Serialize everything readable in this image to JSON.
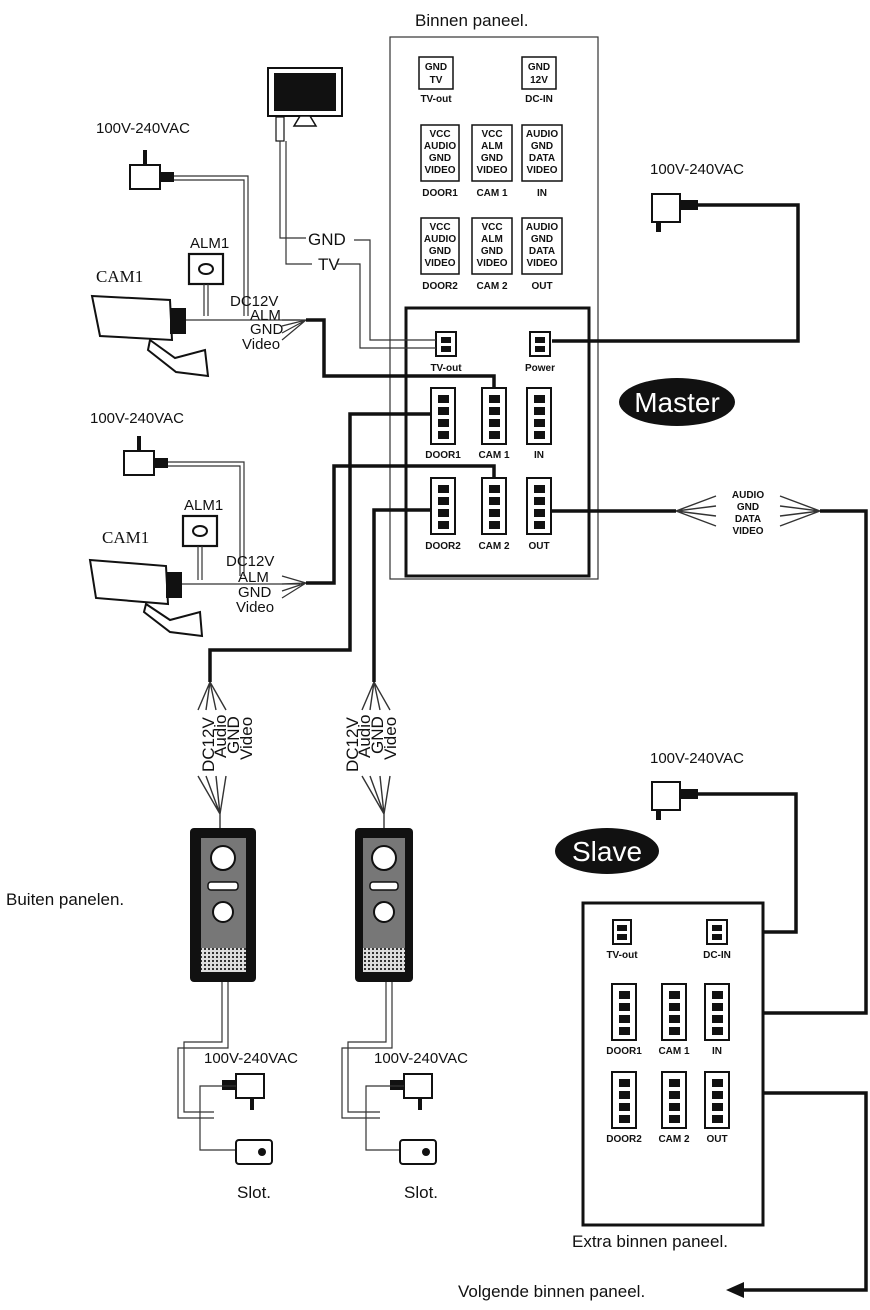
{
  "titles": {
    "inner_panel": "Binnen paneel.",
    "outer_panels": "Buiten panelen.",
    "extra_panel": "Extra binnen paneel.",
    "next_panel": "Volgende binnen paneel."
  },
  "badges": {
    "master": "Master",
    "slave": "Slave"
  },
  "power_label": "100V-240VAC",
  "panel_back": {
    "tv_out": {
      "pins": [
        "GND",
        "TV"
      ],
      "label": "TV-out"
    },
    "dc_in": {
      "pins": [
        "GND",
        "12V"
      ],
      "label": "DC-IN"
    },
    "door1": {
      "pins": [
        "VCC",
        "AUDIO",
        "GND",
        "VIDEO"
      ],
      "label": "DOOR1"
    },
    "cam1": {
      "pins": [
        "VCC",
        "ALM",
        "GND",
        "VIDEO"
      ],
      "label": "CAM 1"
    },
    "in": {
      "pins": [
        "AUDIO",
        "GND",
        "DATA",
        "VIDEO"
      ],
      "label": "IN"
    },
    "door2": {
      "pins": [
        "VCC",
        "AUDIO",
        "GND",
        "VIDEO"
      ],
      "label": "DOOR2"
    },
    "cam2": {
      "pins": [
        "VCC",
        "ALM",
        "GND",
        "VIDEO"
      ],
      "label": "CAM 2"
    },
    "out": {
      "pins": [
        "AUDIO",
        "GND",
        "DATA",
        "VIDEO"
      ],
      "label": "OUT"
    }
  },
  "master_connectors": {
    "tv_out": "TV-out",
    "power": "Power",
    "door1": "DOOR1",
    "cam1": "CAM 1",
    "in": "IN",
    "door2": "DOOR2",
    "cam2": "CAM 2",
    "out": "OUT"
  },
  "slave_connectors": {
    "tv_out": "TV-out",
    "dc_in": "DC-IN",
    "door1": "DOOR1",
    "cam1": "CAM 1",
    "in": "IN",
    "door2": "DOOR2",
    "cam2": "CAM 2",
    "out": "OUT"
  },
  "tv_wires": [
    "GND",
    "TV"
  ],
  "camera": {
    "name": "CAM1",
    "alarm": "ALM1",
    "wires": [
      "DC12V",
      "ALM",
      "GND",
      "Video"
    ]
  },
  "bus_wires": [
    "AUDIO",
    "GND",
    "DATA",
    "VIDEO"
  ],
  "door_wires": [
    "DC12V",
    "Audio",
    "GND",
    "Video"
  ],
  "lock_label": "Slot."
}
